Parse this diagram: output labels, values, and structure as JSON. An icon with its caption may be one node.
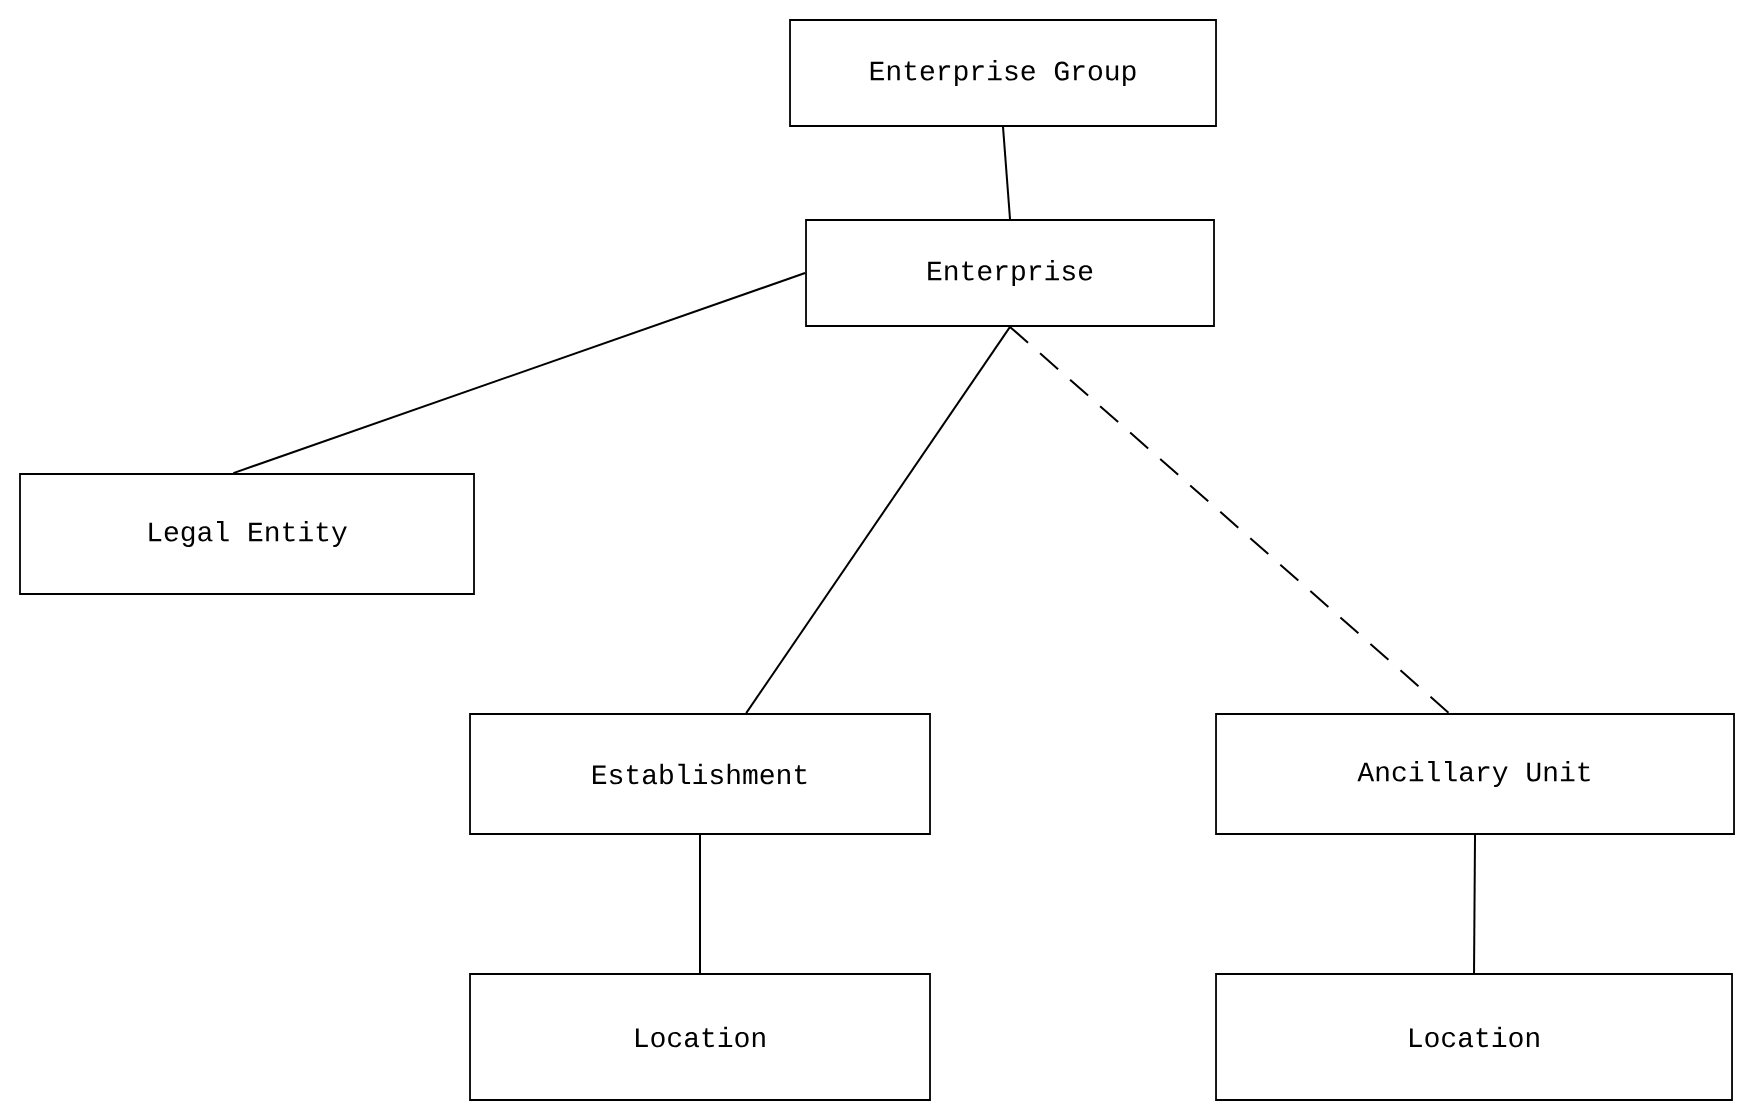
{
  "diagram": {
    "nodes": [
      {
        "text": [
          "Enterprise Group"
        ]
      },
      {
        "text": [
          "Enterprise"
        ]
      },
      {
        "text": [
          "Legal Entity"
        ]
      },
      {
        "text": [
          "Establishment"
        ]
      },
      {
        "text": [
          "Ancillary Unit"
        ]
      },
      {
        "text": [
          "Location"
        ]
      },
      {
        "text": [
          "Location"
        ]
      }
    ],
    "edges": [
      {
        "from": 0,
        "to": 1,
        "arrow": "none"
      },
      {
        "from": 1,
        "to": 2,
        "arrow": "none"
      },
      {
        "from": 1,
        "to": 3,
        "arrow": "none"
      },
      {
        "from": 1,
        "to": 4,
        "arrow": "none",
        "style": "dashed"
      },
      {
        "from": 3,
        "to": 5,
        "arrow": "none"
      },
      {
        "from": 4,
        "to": 6,
        "arrow": "none"
      }
    ]
  }
}
